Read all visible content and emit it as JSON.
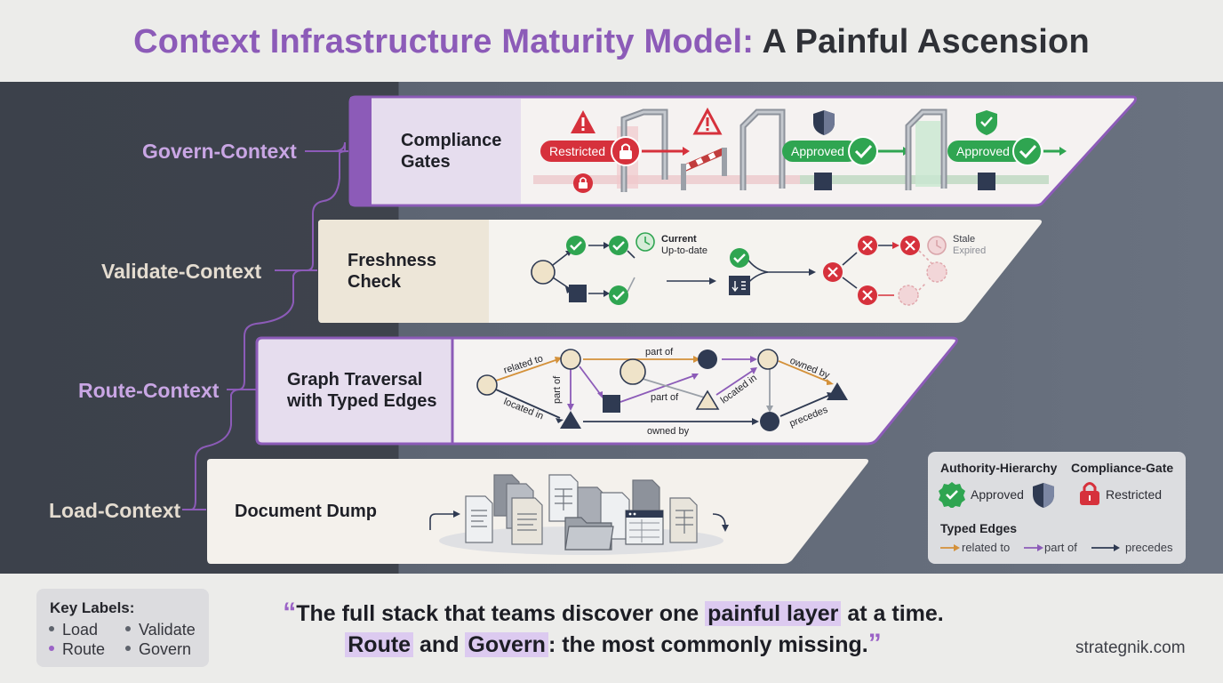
{
  "title": {
    "part1": "Context Infrastructure Maturity Model:",
    "part2": "A Painful Ascension"
  },
  "levels": {
    "govern": "Govern-Context",
    "validate": "Validate-Context",
    "route": "Route-Context",
    "load": "Load-Context"
  },
  "tiers": {
    "compliance": {
      "label_line1": "Compliance",
      "label_line2": "Gates",
      "restricted": "Restricted",
      "approved1": "Approved",
      "approved2": "Approved"
    },
    "freshness": {
      "label_line1": "Freshness",
      "label_line2": "Check",
      "current": "Current",
      "uptodate": "Up-to-date",
      "stale": "Stale",
      "expired": "Expired"
    },
    "graph": {
      "label_line1": "Graph Traversal",
      "label_line2": "with Typed Edges",
      "edge_related_to": "related to",
      "edge_part_of_top": "part of",
      "edge_part_of_vertical": "part of",
      "edge_part_of_mid": "part of",
      "edge_located_in_left": "located in",
      "edge_located_in_right": "located in",
      "edge_owned_by_top": "owned by",
      "edge_owned_by_bottom": "owned by",
      "edge_precedes": "precedes"
    },
    "dump": {
      "label": "Document Dump"
    }
  },
  "legend": {
    "authority_header": "Authority-Hierarchy",
    "compliance_header": "Compliance-Gate",
    "approved": "Approved",
    "restricted": "Restricted",
    "typed_edges_header": "Typed Edges",
    "related_to": "related to",
    "part_of": "part of",
    "precedes": "precedes"
  },
  "key_labels": {
    "header": "Key Labels:",
    "load": "Load",
    "validate": "Validate",
    "route": "Route",
    "govern": "Govern"
  },
  "quote": {
    "open_mark": "“",
    "line1_a": "The full stack that teams discover one ",
    "line1_hl": "painful layer",
    "line1_b": " at a time.",
    "line2_hl1": "Route",
    "line2_and": " and ",
    "line2_hl2": "Govern",
    "line2_b": ": the most commonly missing.",
    "close_mark": "”"
  },
  "brand": "strategnik.com",
  "colors": {
    "purple": "#8c5bb8",
    "approved_green": "#2fa551",
    "restricted_red": "#d6313c",
    "navy": "#2f3a52",
    "related_orange": "#d4913a"
  },
  "icons": [
    "warning-icon",
    "lock-icon",
    "shield-icon",
    "check-icon",
    "clock-icon",
    "x-icon",
    "document-icon",
    "folder-icon",
    "arrow-icon"
  ]
}
